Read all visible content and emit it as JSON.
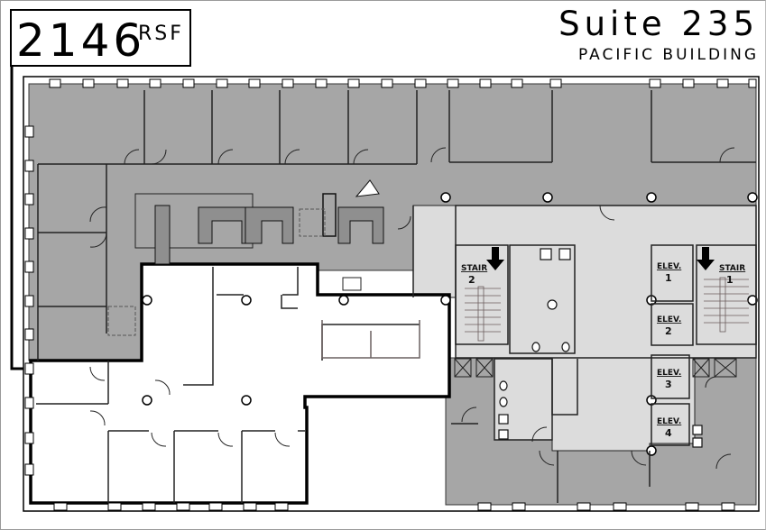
{
  "header": {
    "area_value": "2146",
    "area_unit": "RSF",
    "suite_title": "Suite 235",
    "building_name": "PACIFIC BUILDING"
  },
  "colors": {
    "occupied_gray": "#a6a6a6",
    "core_light_gray": "#dcdcdc",
    "available_white": "#ffffff",
    "wall_black": "#000000",
    "furniture_pattern": "#8f8f8f"
  },
  "plan": {
    "stairs": [
      {
        "label": "STAIR",
        "number": "2"
      },
      {
        "label": "STAIR",
        "number": "1"
      }
    ],
    "elevators": [
      {
        "label": "ELEV.",
        "number": "1"
      },
      {
        "label": "ELEV.",
        "number": "2"
      },
      {
        "label": "ELEV.",
        "number": "3"
      },
      {
        "label": "ELEV.",
        "number": "4"
      }
    ]
  }
}
